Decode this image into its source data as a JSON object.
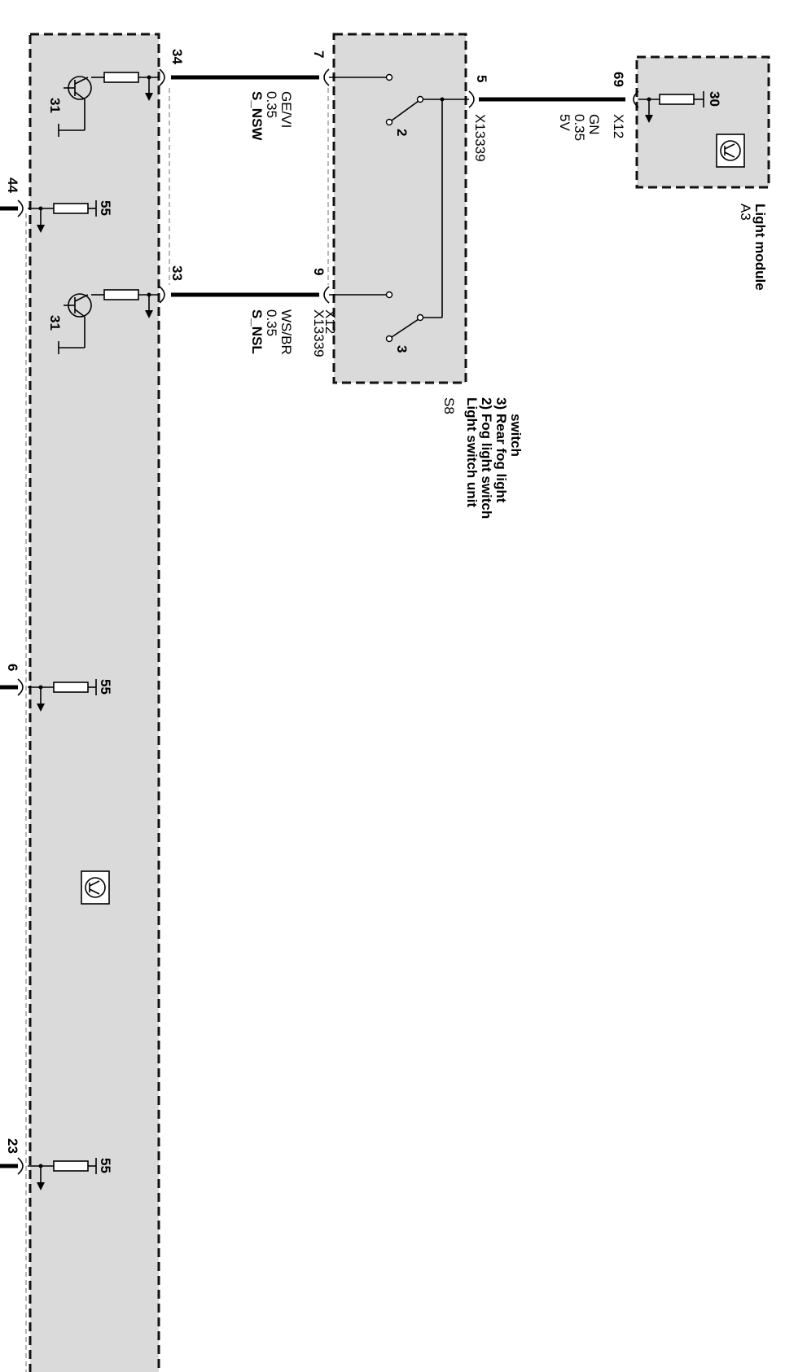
{
  "pins": {
    "p34": "34",
    "p33": "33",
    "p44": "44",
    "p6": "6",
    "p23": "23",
    "p7": "7",
    "p9": "9",
    "p5": "5",
    "p69": "69",
    "p31a": "31",
    "p31b": "31",
    "p55a": "55",
    "p55b": "55",
    "p55c": "55",
    "p30": "30",
    "p2": "2",
    "p3": "3"
  },
  "wires": {
    "top": {
      "signal": "S_NSW",
      "size": "0.35",
      "color": "GE/VI"
    },
    "bottom": {
      "connector": "X12",
      "size": "0.35",
      "color": "WS/BR",
      "signal": "S_NSL"
    },
    "right": {
      "voltage": "5V",
      "size": "0.35",
      "color": "GN"
    }
  },
  "connectors": {
    "x13339_a": "X13339",
    "x13339_b": "X13339",
    "x12_light": "X12"
  },
  "components": {
    "s8": {
      "id": "S8",
      "line1": "Light switch unit",
      "line2": "2) Fog light switch",
      "line3": "3) Rear fog light",
      "line4": "switch"
    },
    "a3": {
      "id": "A3",
      "name": "Light module"
    }
  }
}
